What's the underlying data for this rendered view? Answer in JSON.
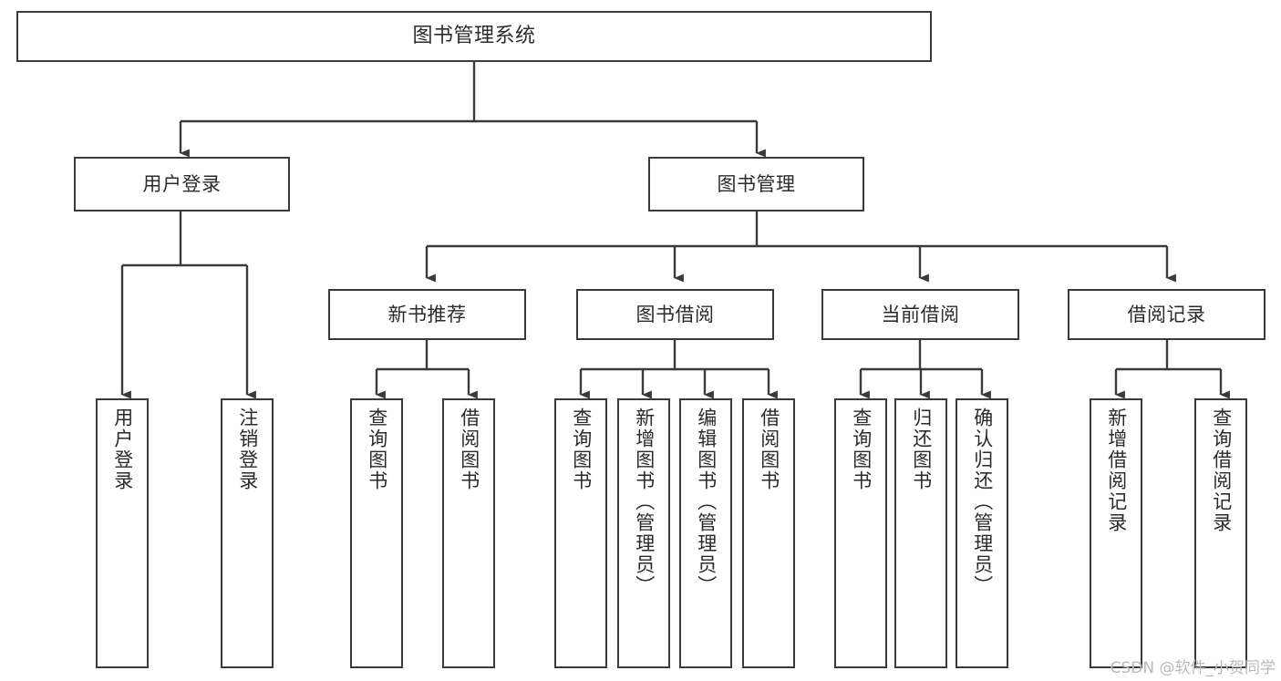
{
  "diagram": {
    "title": "图书管理系统",
    "type": "hierarchy-tree",
    "watermark": "CSDN @软件_小贺同学",
    "root": {
      "id": "root",
      "label": "图书管理系统"
    },
    "level2": [
      {
        "id": "user-login",
        "label": "用户登录"
      },
      {
        "id": "book-manage",
        "label": "图书管理"
      }
    ],
    "level3": [
      {
        "id": "new-book-recommend",
        "label": "新书推荐",
        "parent": "book-manage"
      },
      {
        "id": "book-borrow",
        "label": "图书借阅",
        "parent": "book-manage"
      },
      {
        "id": "current-borrow",
        "label": "当前借阅",
        "parent": "book-manage"
      },
      {
        "id": "borrow-record",
        "label": "借阅记录",
        "parent": "book-manage"
      }
    ],
    "leaves": [
      {
        "id": "leaf-user-login",
        "label": "用户登录",
        "parent": "user-login"
      },
      {
        "id": "leaf-user-logout",
        "label": "注销登录",
        "parent": "user-login"
      },
      {
        "id": "leaf-query-book-1",
        "label": "查询图书",
        "parent": "new-book-recommend"
      },
      {
        "id": "leaf-borrow-book-1",
        "label": "借阅图书",
        "parent": "new-book-recommend"
      },
      {
        "id": "leaf-query-book-2",
        "label": "查询图书",
        "parent": "book-borrow"
      },
      {
        "id": "leaf-add-book",
        "label": "新增图书（管理员）",
        "parent": "book-borrow"
      },
      {
        "id": "leaf-edit-book",
        "label": "编辑图书（管理员）",
        "parent": "book-borrow"
      },
      {
        "id": "leaf-borrow-book-2",
        "label": "借阅图书",
        "parent": "book-borrow"
      },
      {
        "id": "leaf-query-book-3",
        "label": "查询图书",
        "parent": "current-borrow"
      },
      {
        "id": "leaf-return-book",
        "label": "归还图书",
        "parent": "current-borrow"
      },
      {
        "id": "leaf-confirm-return",
        "label": "确认归还（管理员）",
        "parent": "current-borrow"
      },
      {
        "id": "leaf-add-record",
        "label": "新增借阅记录",
        "parent": "borrow-record"
      },
      {
        "id": "leaf-query-record",
        "label": "查询借阅记录",
        "parent": "borrow-record"
      }
    ],
    "colors": {
      "stroke": "#3a3a3a",
      "text": "#2b2b2b",
      "background": "#ffffff",
      "watermark": "#b9b9b9"
    }
  }
}
